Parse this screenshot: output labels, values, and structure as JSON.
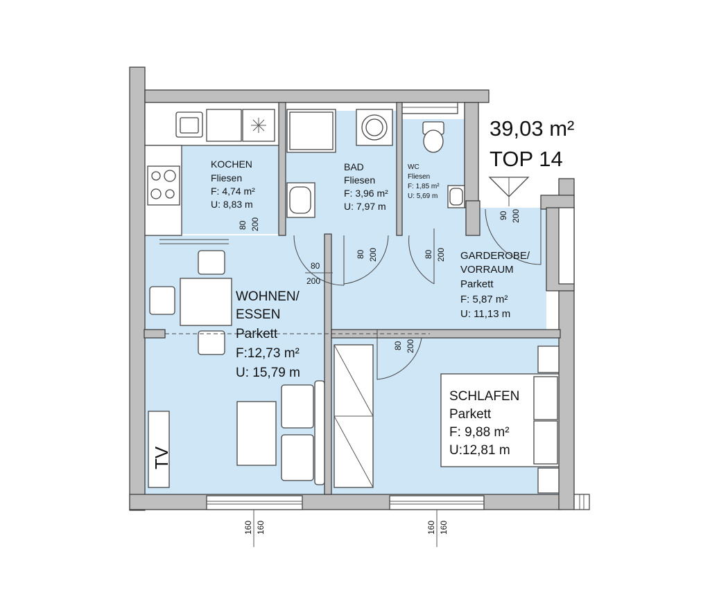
{
  "header": {
    "area_total": "39,03 m²",
    "unit": "TOP 14"
  },
  "rooms": {
    "kochen": {
      "name": "KOCHEN",
      "floor": "Fliesen",
      "area": "F:  4,74 m²",
      "perimeter": "U:  8,83 m"
    },
    "bad": {
      "name": "BAD",
      "floor": "Fliesen",
      "area": "F: 3,96 m²",
      "perimeter": "U: 7,97 m"
    },
    "wc": {
      "name": "WC",
      "floor": "Fliesen",
      "area": "F: 1,85 m²",
      "perimeter": "U: 5,69 m"
    },
    "garderobe": {
      "name_line1": "GARDEROBE/",
      "name_line2": "VORRAUM",
      "floor": "Parkett",
      "area": "F:   5,87 m²",
      "perimeter": "U: 11,13 m"
    },
    "wohnen": {
      "name_line1": "WOHNEN/",
      "name_line2": "ESSEN",
      "floor": "Parkett",
      "area": "F:12,73 m²",
      "perimeter": "U: 15,79 m"
    },
    "schlafen": {
      "name": "SCHLAFEN",
      "floor": "Parkett",
      "area": "F: 9,88 m²",
      "perimeter": "U:12,81 m"
    }
  },
  "furniture": {
    "tv_label": "TV"
  },
  "dimensions": {
    "kochen_door": {
      "width": "80",
      "height": "200"
    },
    "entry_door": {
      "width": "80",
      "height": "200"
    },
    "bad_door": {
      "width": "80",
      "height": "200"
    },
    "wc_door": {
      "width": "80",
      "height": "200"
    },
    "front_door": {
      "width": "90",
      "height": "200"
    },
    "schlafen_door": {
      "width": "80",
      "height": "200"
    },
    "window_left": {
      "a": "160",
      "b": "160"
    },
    "window_right": {
      "a": "160",
      "b": "160"
    }
  },
  "colors": {
    "room_fill": "#cfe6f7",
    "wall_fill": "#bfbfbf"
  }
}
